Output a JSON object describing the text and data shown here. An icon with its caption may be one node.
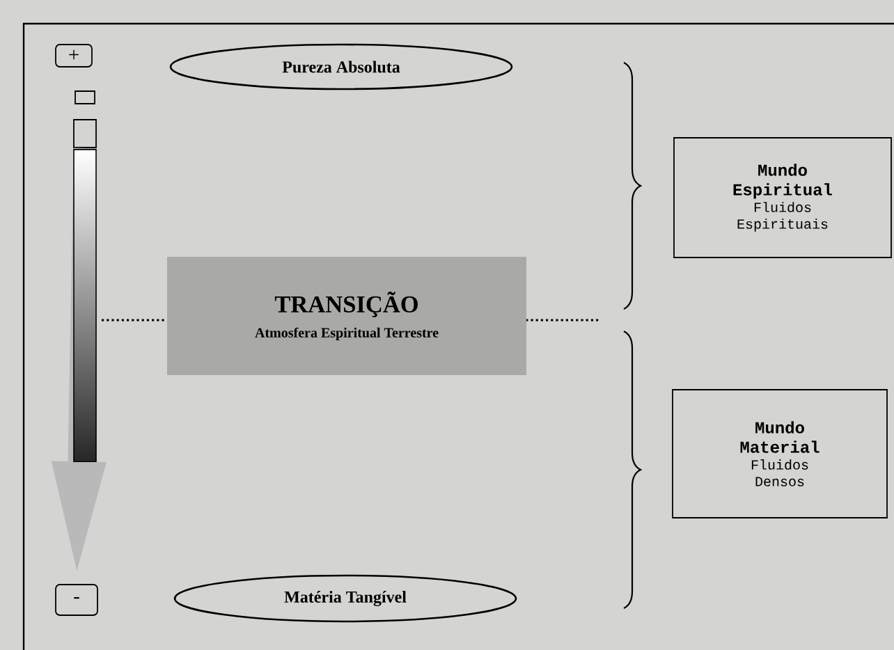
{
  "diagram": {
    "nodes": [
      {
        "text": [
          "+"
        ]
      },
      {
        "text": [],
        "shape": "box"
      },
      {
        "text": [],
        "shape": "box"
      },
      {
        "text": [
          "Pureza Absoluta"
        ]
      },
      {
        "text": [
          "TRANSIÇÃO",
          "Atmosfera Espiritual Terrestre"
        ]
      },
      {
        "text": [
          "Mundo Espiritual",
          "Fluidos Espirituais"
        ]
      },
      {
        "text": [
          "Mundo Material",
          "Fluidos Densos"
        ]
      },
      {
        "text": [
          "Matéria Tangível"
        ]
      },
      {
        "text": [
          "-"
        ]
      }
    ],
    "edges": [
      {
        "from": 2,
        "to": 8,
        "arrow": "to"
      }
    ]
  }
}
